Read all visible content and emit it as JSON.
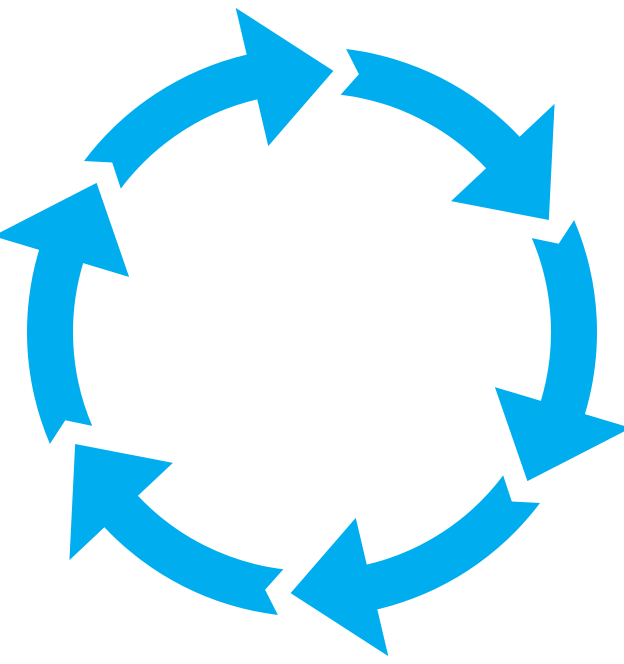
{
  "diagram": {
    "type": "cycle",
    "direction": "clockwise",
    "segment_count": 6,
    "arrow_icon": "curved-arrow-icon",
    "colors": {
      "arrow": "#00adef",
      "background": "#ffffff"
    }
  }
}
